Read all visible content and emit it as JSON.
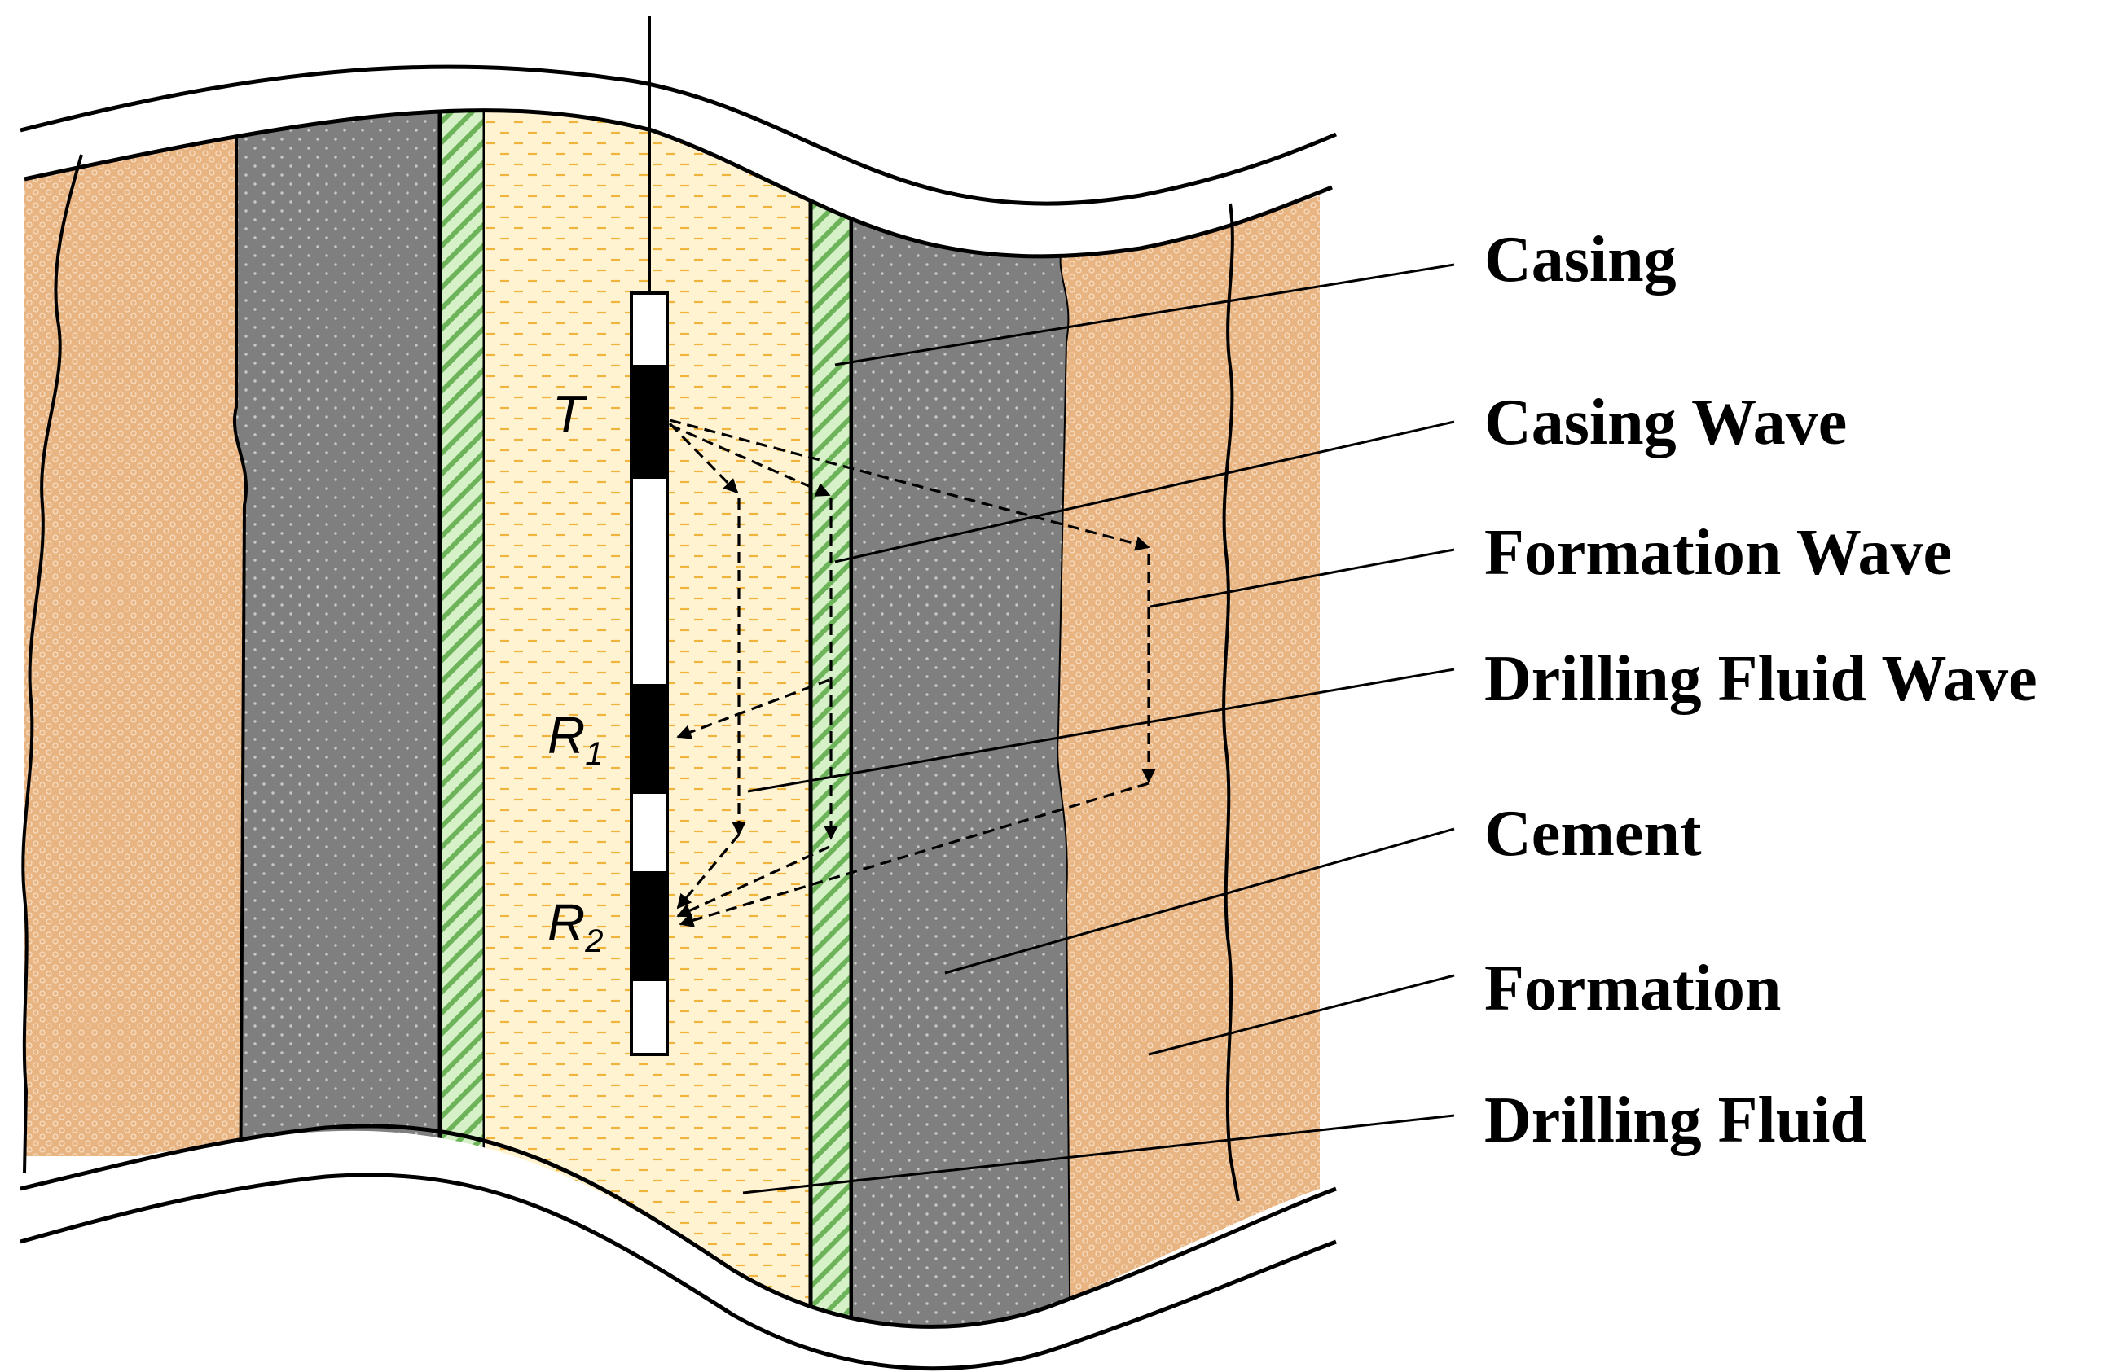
{
  "labels": {
    "casing": "Casing",
    "casing_wave": "Casing Wave",
    "formation_wave": "Formation Wave",
    "drilling_fluid_wave": "Drilling Fluid Wave",
    "cement": "Cement",
    "formation": "Formation",
    "drilling_fluid": "Drilling Fluid"
  },
  "tool": {
    "transmitter": "T",
    "receiver1_letter": "R",
    "receiver1_sub": "1",
    "receiver2_letter": "R",
    "receiver2_sub": "2"
  },
  "colors": {
    "formation": "#E8B482",
    "cement": "#7F7F7F",
    "casing": "#D6F0C8",
    "casing_hatch": "#6DB35A",
    "drilling_fluid": "#FFF3D1",
    "fluid_dash": "#F0B43C",
    "line": "#000000"
  }
}
